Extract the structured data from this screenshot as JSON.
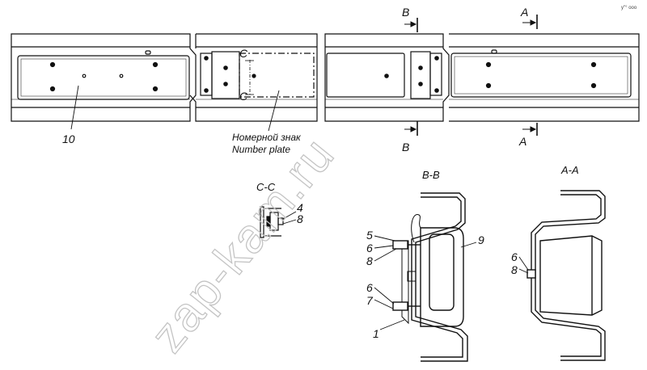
{
  "corner_code": "у\"° ооо",
  "watermark": "zap-kam.ru",
  "section_marks": {
    "b_top": "B",
    "b_bottom": "B",
    "a_top": "A",
    "a_bottom": "A",
    "c_top": "C",
    "c_bottom": "C"
  },
  "callouts": {
    "plate": "10",
    "number_plate_ru": "Номерной знак",
    "number_plate_en": "Number plate"
  },
  "views": {
    "cc": {
      "title": "C-C",
      "labels": [
        "4",
        "8"
      ]
    },
    "bb": {
      "title": "B-B",
      "labels": [
        "5",
        "6",
        "8",
        "6",
        "7",
        "1",
        "9"
      ]
    },
    "aa": {
      "title": "A-A",
      "labels": [
        "6",
        "8"
      ]
    }
  }
}
